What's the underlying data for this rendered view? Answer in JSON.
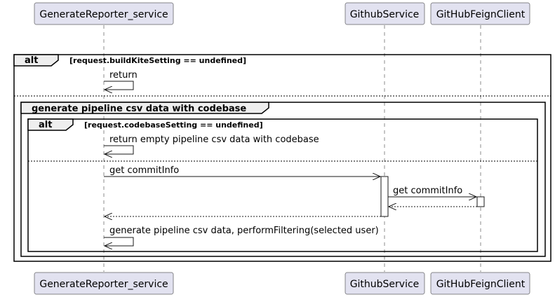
{
  "participants": {
    "reporter": "GenerateReporter_service",
    "github_service": "GithubService",
    "feign_client": "GitHubFeignClient"
  },
  "outer_alt": {
    "keyword": "alt",
    "guard": "[request.buildKiteSetting == undefined]"
  },
  "group": {
    "label": "generate pipeline csv data with codebase"
  },
  "inner_alt": {
    "keyword": "alt",
    "guard": "[request.codebaseSetting == undefined]"
  },
  "messages": {
    "return": "return",
    "return_empty": "return empty pipeline csv data with codebase",
    "get_commit_info_1": "get commitInfo",
    "get_commit_info_2": "get commitInfo",
    "generate": "generate pipeline csv data, performFiltering(selected user)"
  }
}
